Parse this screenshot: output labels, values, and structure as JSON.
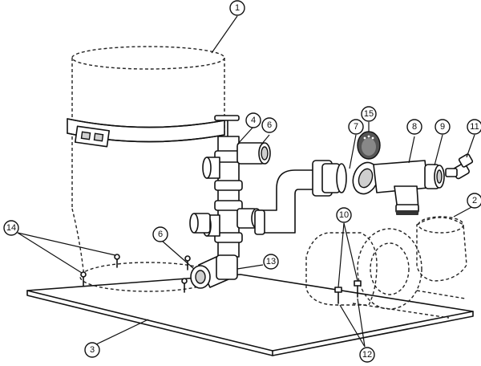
{
  "callouts": [
    {
      "id": "c1",
      "label": "1"
    },
    {
      "id": "c2",
      "label": "2"
    },
    {
      "id": "c3",
      "label": "3"
    },
    {
      "id": "c4",
      "label": "4"
    },
    {
      "id": "c6a",
      "label": "6"
    },
    {
      "id": "c6b",
      "label": "6"
    },
    {
      "id": "c7",
      "label": "7"
    },
    {
      "id": "c8",
      "label": "8"
    },
    {
      "id": "c9",
      "label": "9"
    },
    {
      "id": "c10",
      "label": "10"
    },
    {
      "id": "c11",
      "label": "11"
    },
    {
      "id": "c12",
      "label": "12"
    },
    {
      "id": "c13",
      "label": "13"
    },
    {
      "id": "c14",
      "label": "14"
    },
    {
      "id": "c15",
      "label": "15"
    }
  ]
}
